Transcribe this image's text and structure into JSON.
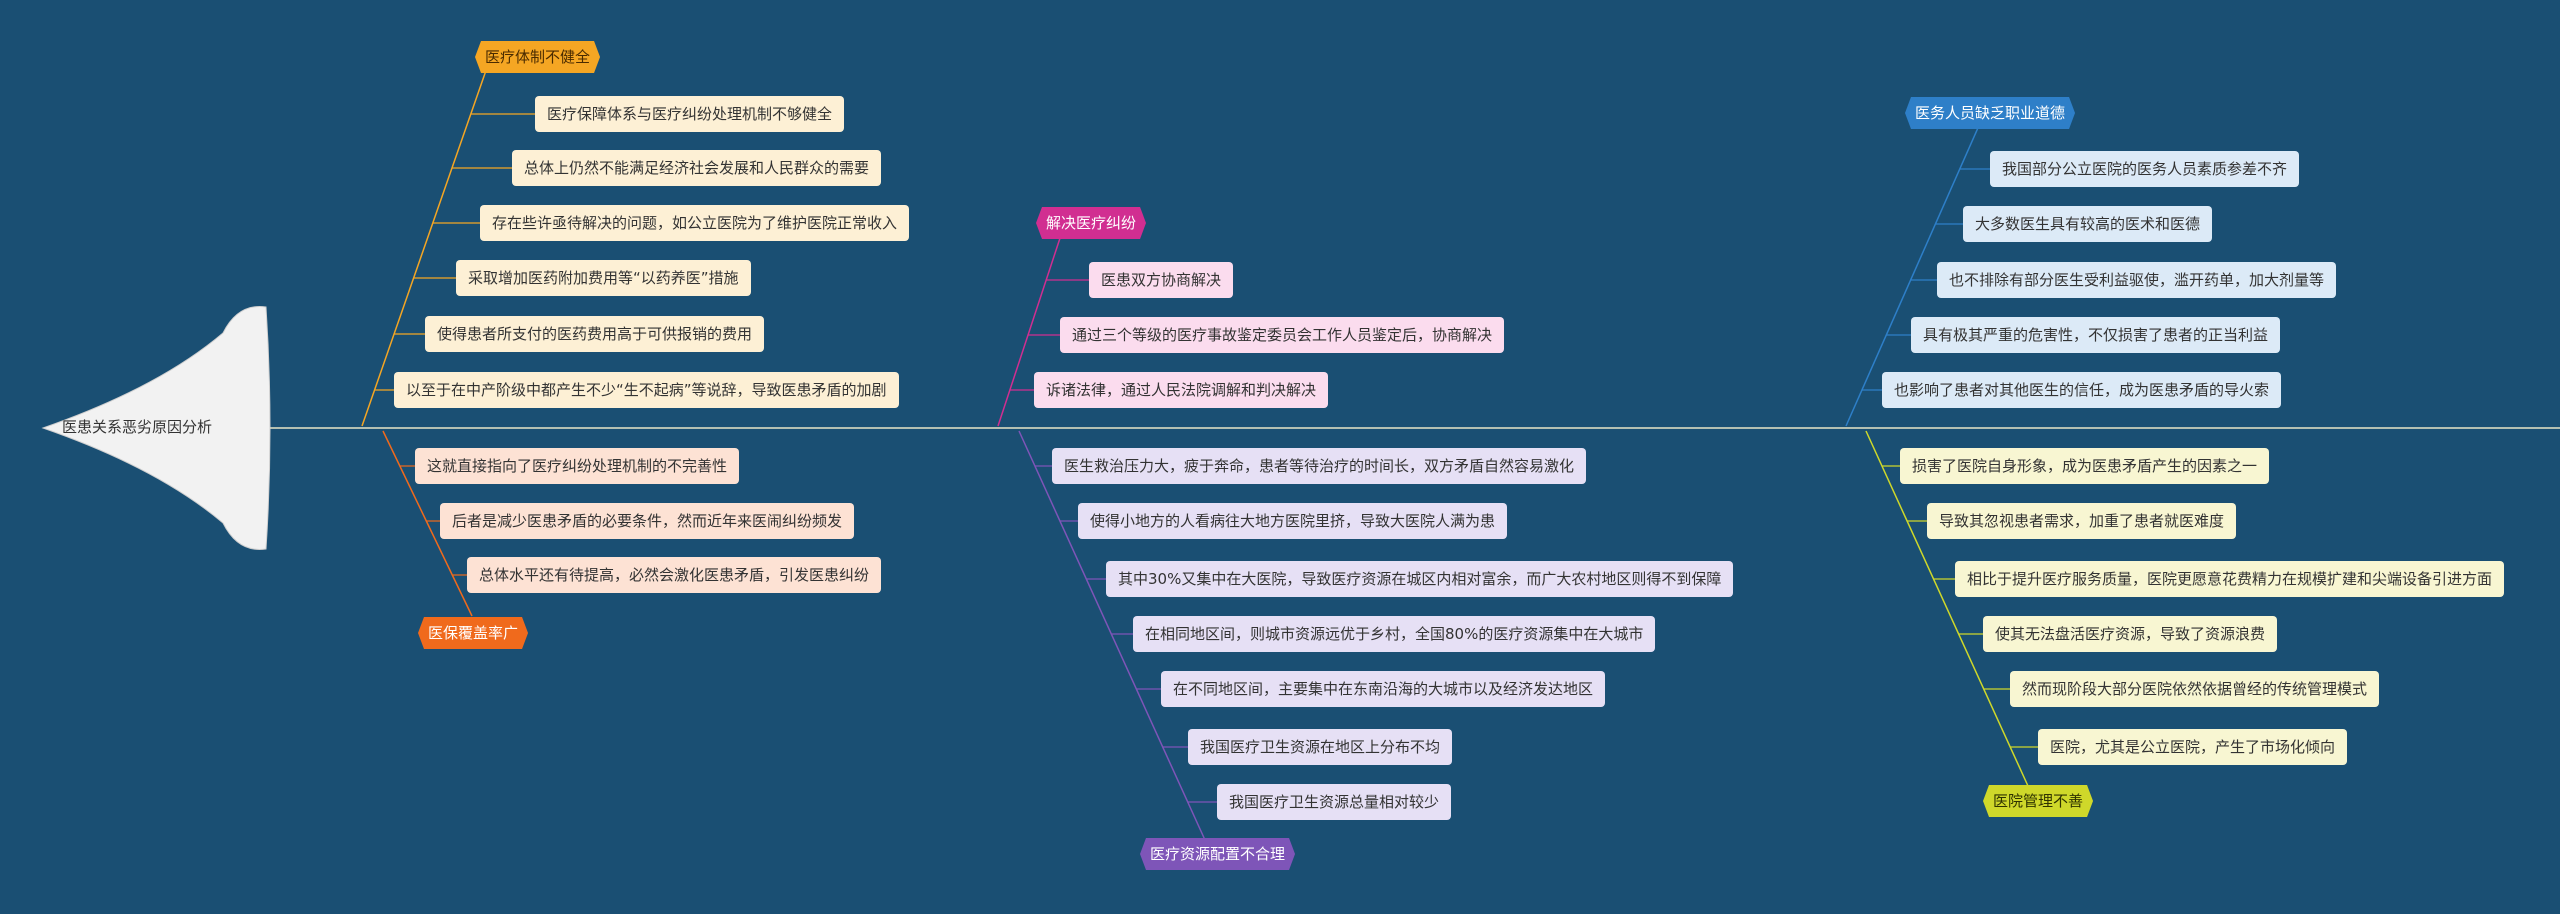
{
  "root": {
    "label": "医患关系恶劣原因分析"
  },
  "colors": {
    "background": "#1a4f73",
    "spine": "#e8e6c8"
  },
  "branches": [
    {
      "id": "b1",
      "label": "医疗体制不健全",
      "color": "#f5a623",
      "text_color": "#4a2b00",
      "node_fill": "#fdf0d5",
      "items": [
        "医疗保障体系与医疗纠纷处理机制不够健全",
        "总体上仍然不能满足经济社会发展和人民群众的需要",
        "存在些许亟待解决的问题，如公立医院为了维护医院正常收入",
        "采取增加医药附加费用等“以药养医”措施",
        "使得患者所支付的医药费用高于可供报销的费用",
        "以至于在中产阶级中都产生不少“生不起病”等说辞，导致医患矛盾的加剧"
      ]
    },
    {
      "id": "b2",
      "label": "医保覆盖率广",
      "color": "#f06a1c",
      "text_color": "#ffffff",
      "node_fill": "#fde2d4",
      "items": [
        "这就直接指向了医疗纠纷处理机制的不完善性",
        "后者是减少医患矛盾的必要条件，然而近年来医闹纠纷频发",
        "总体水平还有待提高，必然会激化医患矛盾，引发医患纠纷"
      ]
    },
    {
      "id": "b3",
      "label": "解决医疗纠纷",
      "color": "#d12e91",
      "text_color": "#ffffff",
      "node_fill": "#fbdcee",
      "items": [
        "医患双方协商解决",
        "通过三个等级的医疗事故鉴定委员会工作人员鉴定后，协商解决",
        "诉诸法律，通过人民法院调解和判决解决"
      ]
    },
    {
      "id": "b4",
      "label": "医疗资源配置不合理",
      "color": "#7e55b8",
      "text_color": "#ffffff",
      "node_fill": "#e6e0f5",
      "items": [
        "医生救治压力大，疲于奔命，患者等待治疗的时间长，双方矛盾自然容易激化",
        "使得小地方的人看病往大地方医院里挤，导致大医院人满为患",
        "其中30%又集中在大医院，导致医疗资源在城区内相对富余，而广大农村地区则得不到保障",
        "在相同地区间，则城市资源远优于乡村，全国80%的医疗资源集中在大城市",
        "在不同地区间，主要集中在东南沿海的大城市以及经济发达地区",
        "我国医疗卫生资源在地区上分布不均",
        "我国医疗卫生资源总量相对较少"
      ]
    },
    {
      "id": "b5",
      "label": "医务人员缺乏职业道德",
      "color": "#2e7fc8",
      "text_color": "#ffffff",
      "node_fill": "#dceaf7",
      "items": [
        "我国部分公立医院的医务人员素质参差不齐",
        "大多数医生具有较高的医术和医德",
        "也不排除有部分医生受利益驱使，滥开药单，加大剂量等",
        "具有极其严重的危害性，不仅损害了患者的正当利益",
        "也影响了患者对其他医生的信任，成为医患矛盾的导火索"
      ]
    },
    {
      "id": "b6",
      "label": "医院管理不善",
      "color": "#cfd82a",
      "text_color": "#2f3300",
      "node_fill": "#f8f6d2",
      "items": [
        "损害了医院自身形象，成为医患矛盾产生的因素之一",
        "导致其忽视患者需求，加重了患者就医难度",
        "相比于提升医疗服务质量，医院更愿意花费精力在规模扩建和尖端设备引进方面",
        "使其无法盘活医疗资源，导致了资源浪费",
        "然而现阶段大部分医院依然依据曾经的传统管理模式",
        "医院，尤其是公立医院，产生了市场化倾向"
      ]
    }
  ]
}
